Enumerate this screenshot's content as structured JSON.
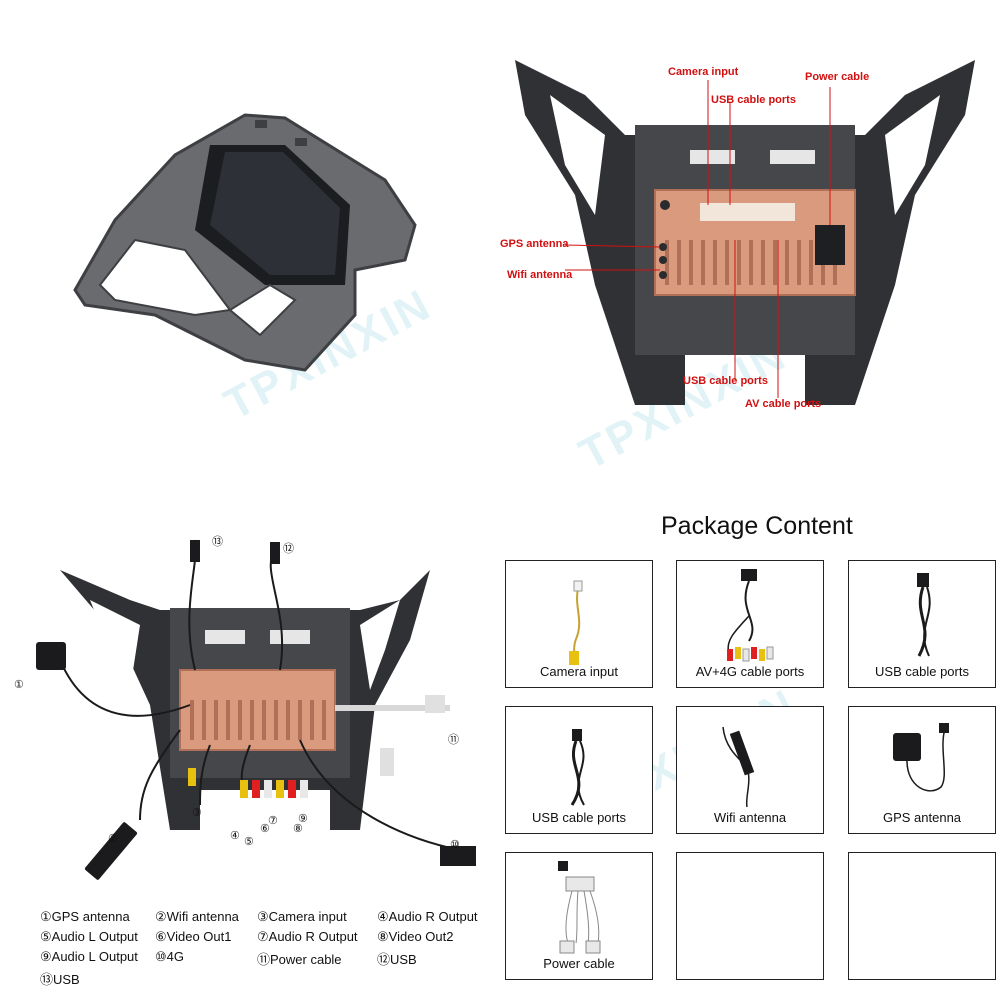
{
  "watermark": "TPXINXIN",
  "callouts": {
    "camera_input": "Camera input",
    "usb_top": "USB cable ports",
    "power_cable": "Power cable",
    "gps_antenna": "GPS antenna",
    "wifi_antenna": "Wifi antenna",
    "usb_bottom": "USB cable ports",
    "av_ports": "AV cable ports"
  },
  "package": {
    "title": "Package Content",
    "items": [
      {
        "label": "Camera input"
      },
      {
        "label": "AV+4G cable ports"
      },
      {
        "label": "USB cable ports"
      },
      {
        "label": "USB cable ports"
      },
      {
        "label": "Wifi antenna"
      },
      {
        "label": "GPS antenna"
      },
      {
        "label": "Power cable"
      },
      {
        "label": ""
      },
      {
        "label": ""
      }
    ]
  },
  "wiring_numbers": {
    "n1": "①",
    "n2": "②",
    "n3": "③",
    "n4": "④",
    "n5": "⑤",
    "n6": "⑥",
    "n7": "⑦",
    "n8": "⑧",
    "n9": "⑨",
    "n10": "⑩",
    "n11": "⑪",
    "n12": "⑫",
    "n13": "⑬"
  },
  "legend": {
    "row1": [
      "①GPS antenna",
      "②Wifi antenna",
      "③Camera input",
      "④Audio R Output"
    ],
    "row2": [
      "⑤Audio L Output",
      "⑥Video  Out1",
      "⑦Audio R Output",
      "⑧Video  Out2"
    ],
    "row3": [
      "⑨Audio L Output",
      "⑩4G",
      "⑪Power cable",
      "⑫USB"
    ],
    "row4": [
      "⑬USB"
    ]
  },
  "colors": {
    "frame": "#4a4c50",
    "frame_dark": "#2a2b2e",
    "board": "#d99a7e",
    "board_dark": "#b07058",
    "callout": "#d21010",
    "watermark": "#78c8d7"
  }
}
